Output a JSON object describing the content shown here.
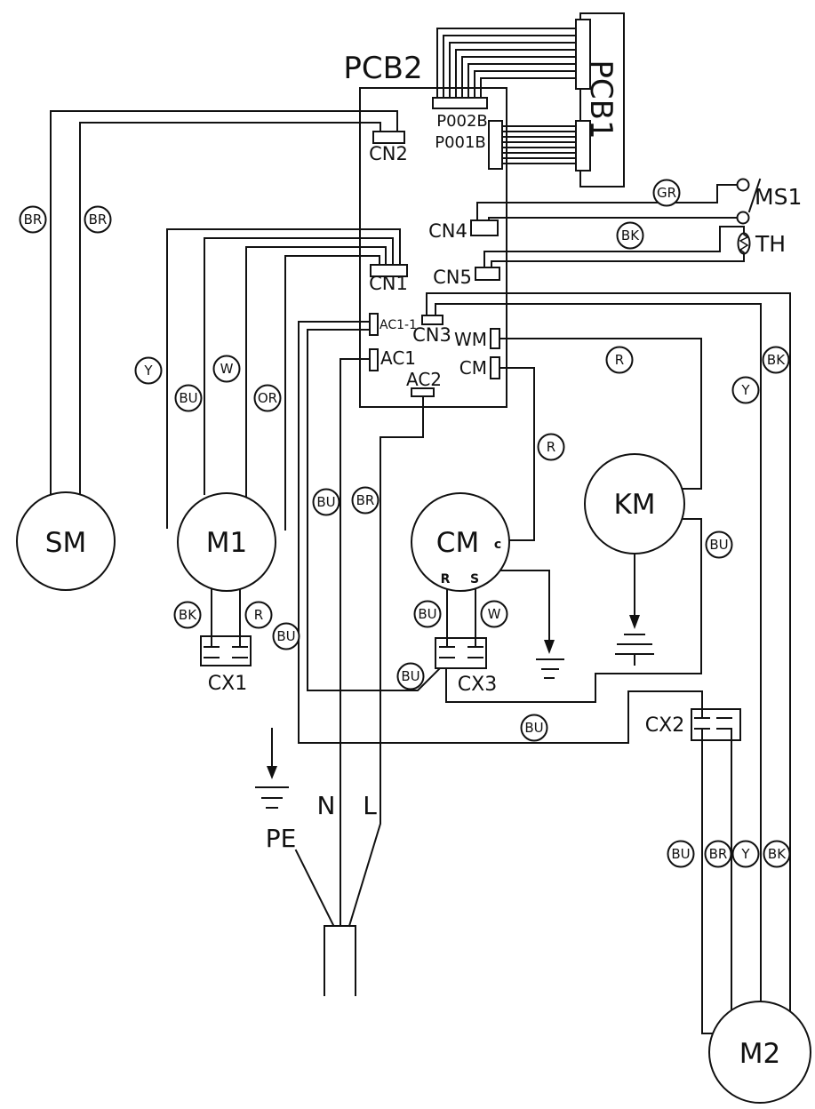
{
  "diagram": {
    "boards": {
      "pcb2": "PCB2",
      "pcb1": "PCB1"
    },
    "pcb_headers": {
      "p002b": "P002B",
      "p001b": "P001B"
    },
    "connectors": {
      "cn1": "CN1",
      "cn2": "CN2",
      "cn3": "CN3",
      "cn4": "CN4",
      "cn5": "CN5",
      "ac1_1": "AC1-1",
      "ac1": "AC1",
      "ac2": "AC2",
      "wm": "WM",
      "cm": "CM"
    },
    "components": {
      "sm": "SM",
      "m1": "M1",
      "m2": "M2",
      "cm_motor": "CM",
      "km": "KM",
      "ms1": "MS1",
      "th": "TH",
      "cx1": "CX1",
      "cx2": "CX2",
      "cx3": "CX3"
    },
    "cm_terminals": {
      "c": "c",
      "r": "R",
      "s": "S"
    },
    "power": {
      "pe": "PE",
      "n": "N",
      "l": "L"
    },
    "wire_labels": [
      {
        "id": "br-1",
        "text": "BR"
      },
      {
        "id": "br-2",
        "text": "BR"
      },
      {
        "id": "y-1",
        "text": "Y"
      },
      {
        "id": "bu-1",
        "text": "BU"
      },
      {
        "id": "w-1",
        "text": "W"
      },
      {
        "id": "or-1",
        "text": "OR"
      },
      {
        "id": "gr-1",
        "text": "GR"
      },
      {
        "id": "bk-1",
        "text": "BK"
      },
      {
        "id": "r-1",
        "text": "R"
      },
      {
        "id": "bk-2",
        "text": "BK"
      },
      {
        "id": "y-2",
        "text": "Y"
      },
      {
        "id": "r-2",
        "text": "R"
      },
      {
        "id": "bu-2",
        "text": "BU"
      },
      {
        "id": "br-3",
        "text": "BR"
      },
      {
        "id": "bk-3",
        "text": "BK"
      },
      {
        "id": "r-3",
        "text": "R"
      },
      {
        "id": "bu-3",
        "text": "BU"
      },
      {
        "id": "bu-4",
        "text": "BU"
      },
      {
        "id": "w-2",
        "text": "W"
      },
      {
        "id": "bu-5",
        "text": "BU"
      },
      {
        "id": "bu-6",
        "text": "BU"
      },
      {
        "id": "bu-7",
        "text": "BU"
      },
      {
        "id": "bu-8",
        "text": "BU"
      },
      {
        "id": "br-4",
        "text": "BR"
      },
      {
        "id": "y-3",
        "text": "Y"
      },
      {
        "id": "bk-4",
        "text": "BK"
      }
    ],
    "line_color": "#111111",
    "background": "#ffffff"
  }
}
